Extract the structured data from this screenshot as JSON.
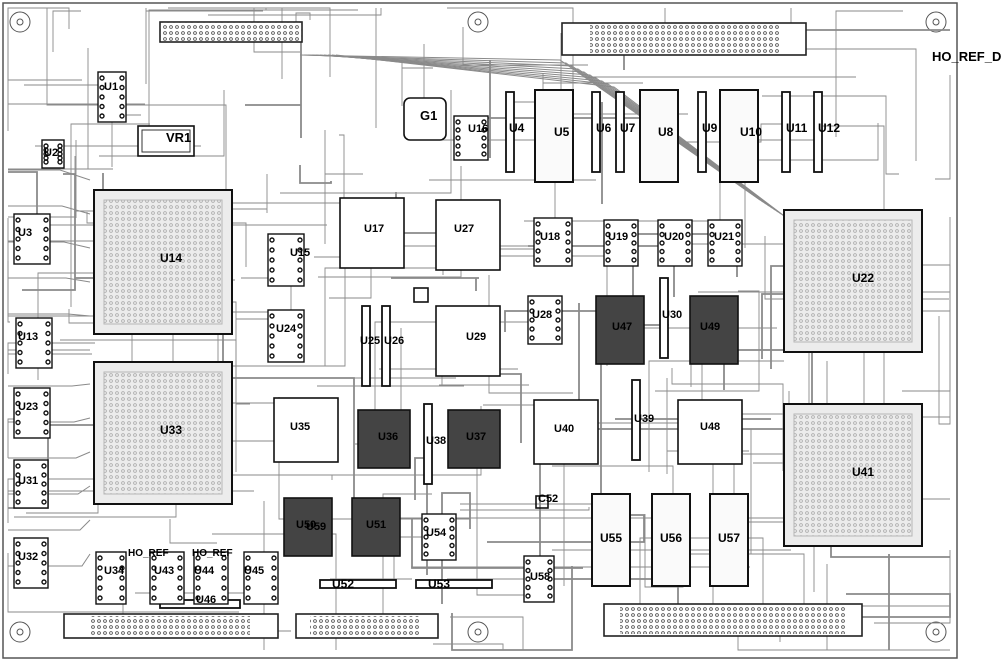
{
  "board": {
    "external_label": "HO_REF_D",
    "left_labels": [
      "HO_REF",
      "HO_REF"
    ]
  },
  "components": [
    {
      "ref": "U14",
      "kind": "plcc"
    },
    {
      "ref": "U33",
      "kind": "plcc"
    },
    {
      "ref": "U22",
      "kind": "plcc"
    },
    {
      "ref": "U41",
      "kind": "plcc"
    },
    {
      "ref": "G1",
      "kind": "oscillator"
    },
    {
      "ref": "VR1",
      "kind": "regulator"
    },
    {
      "ref": "U4",
      "kind": "sip"
    },
    {
      "ref": "U5",
      "kind": "dip"
    },
    {
      "ref": "U6",
      "kind": "sip"
    },
    {
      "ref": "U7",
      "kind": "sip"
    },
    {
      "ref": "U8",
      "kind": "dip"
    },
    {
      "ref": "U9",
      "kind": "sip"
    },
    {
      "ref": "U10",
      "kind": "dip"
    },
    {
      "ref": "U11",
      "kind": "sip"
    },
    {
      "ref": "U12",
      "kind": "sip"
    },
    {
      "ref": "U1",
      "kind": "soic"
    },
    {
      "ref": "U2",
      "kind": "soic"
    },
    {
      "ref": "U3",
      "kind": "soic"
    },
    {
      "ref": "U13",
      "kind": "soic"
    },
    {
      "ref": "U15",
      "kind": "soic"
    },
    {
      "ref": "U16",
      "kind": "plcc_small"
    },
    {
      "ref": "U17",
      "kind": "plcc_small"
    },
    {
      "ref": "U18",
      "kind": "soic"
    },
    {
      "ref": "U19",
      "kind": "soic"
    },
    {
      "ref": "U20",
      "kind": "soic"
    },
    {
      "ref": "U21",
      "kind": "soic"
    },
    {
      "ref": "U23",
      "kind": "soic"
    },
    {
      "ref": "U24",
      "kind": "soic"
    },
    {
      "ref": "U25",
      "kind": "sip"
    },
    {
      "ref": "U26",
      "kind": "sip"
    },
    {
      "ref": "U27",
      "kind": "plcc_small"
    },
    {
      "ref": "U28",
      "kind": "soic"
    },
    {
      "ref": "U29",
      "kind": "soic"
    },
    {
      "ref": "U30",
      "kind": "sip"
    },
    {
      "ref": "U31",
      "kind": "soic"
    },
    {
      "ref": "U32",
      "kind": "soic"
    },
    {
      "ref": "U34",
      "kind": "soic"
    },
    {
      "ref": "U35",
      "kind": "plcc_small"
    },
    {
      "ref": "U36",
      "kind": "soic"
    },
    {
      "ref": "U37",
      "kind": "soic"
    },
    {
      "ref": "U38",
      "kind": "sip"
    },
    {
      "ref": "U39",
      "kind": "sip"
    },
    {
      "ref": "U40",
      "kind": "plcc_small"
    },
    {
      "ref": "U43",
      "kind": "soic"
    },
    {
      "ref": "U44",
      "kind": "soic"
    },
    {
      "ref": "U45",
      "kind": "soic"
    },
    {
      "ref": "U47",
      "kind": "soic"
    },
    {
      "ref": "U48",
      "kind": "soic"
    },
    {
      "ref": "U49",
      "kind": "soic"
    },
    {
      "ref": "U50",
      "kind": "soic"
    },
    {
      "ref": "U51",
      "kind": "soic"
    },
    {
      "ref": "U52",
      "kind": "sip_h"
    },
    {
      "ref": "U53",
      "kind": "sip_h"
    },
    {
      "ref": "U54",
      "kind": "soic"
    },
    {
      "ref": "U55",
      "kind": "dip"
    },
    {
      "ref": "U56",
      "kind": "dip"
    },
    {
      "ref": "U57",
      "kind": "dip"
    },
    {
      "ref": "U58",
      "kind": "soic"
    },
    {
      "ref": "U59",
      "kind": "soic"
    },
    {
      "ref": "U46",
      "kind": "sip_h"
    },
    {
      "ref": "C52",
      "kind": "cap"
    }
  ]
}
